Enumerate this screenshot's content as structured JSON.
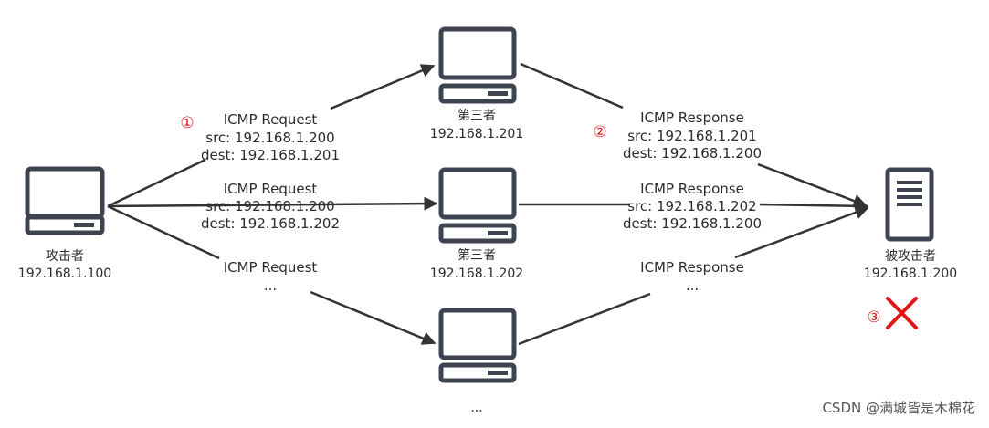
{
  "nodes": {
    "attacker": {
      "name": "攻击者",
      "ip": "192.168.1.100"
    },
    "third_top": {
      "name": "第三者",
      "ip": "192.168.1.201"
    },
    "third_mid": {
      "name": "第三者",
      "ip": "192.168.1.202"
    },
    "third_bottom": {
      "name": "..."
    },
    "victim": {
      "name": "被攻击者",
      "ip": "192.168.1.200"
    }
  },
  "requests": {
    "top": {
      "line1": "ICMP Request",
      "line2": "src: 192.168.1.200",
      "line3": "dest: 192.168.1.201"
    },
    "mid": {
      "line1": "ICMP Request",
      "line2": "src: 192.168.1.200",
      "line3": "dest: 192.168.1.202"
    },
    "bottom": {
      "line1": "ICMP Request",
      "line2": "..."
    }
  },
  "responses": {
    "top": {
      "line1": "ICMP Response",
      "line2": "src: 192.168.1.201",
      "line3": "dest: 192.168.1.200"
    },
    "mid": {
      "line1": "ICMP Response",
      "line2": "src: 192.168.1.202",
      "line3": "dest: 192.168.1.200"
    },
    "bottom": {
      "line1": "ICMP Response",
      "line2": "..."
    }
  },
  "steps": {
    "one": "①",
    "two": "②",
    "three": "③"
  },
  "result_mark": "✕",
  "watermark": "CSDN @满城皆是木棉花",
  "colors": {
    "device": "#3d4450",
    "edge": "#333333",
    "step": "#e02020",
    "cross": "#e01818"
  }
}
